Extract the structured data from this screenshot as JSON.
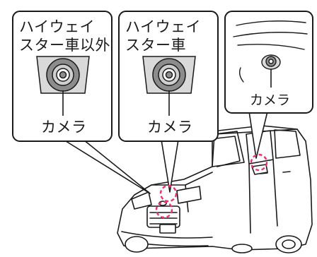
{
  "callouts": [
    {
      "variant_line1": "ハイウェイ",
      "variant_line2": "スター車以外",
      "camera_label": "カメラ"
    },
    {
      "variant_line1": "ハイウェイ",
      "variant_line2": "スター車",
      "camera_label": "カメラ"
    },
    {
      "camera_label": "カメラ"
    }
  ],
  "colors": {
    "outline": "#1a1a1a",
    "callout_fill": "#ffffff",
    "camera_bezel": "#d9d9d9",
    "camera_lens": "#8c8c8c",
    "highlight": "#e8336d"
  }
}
